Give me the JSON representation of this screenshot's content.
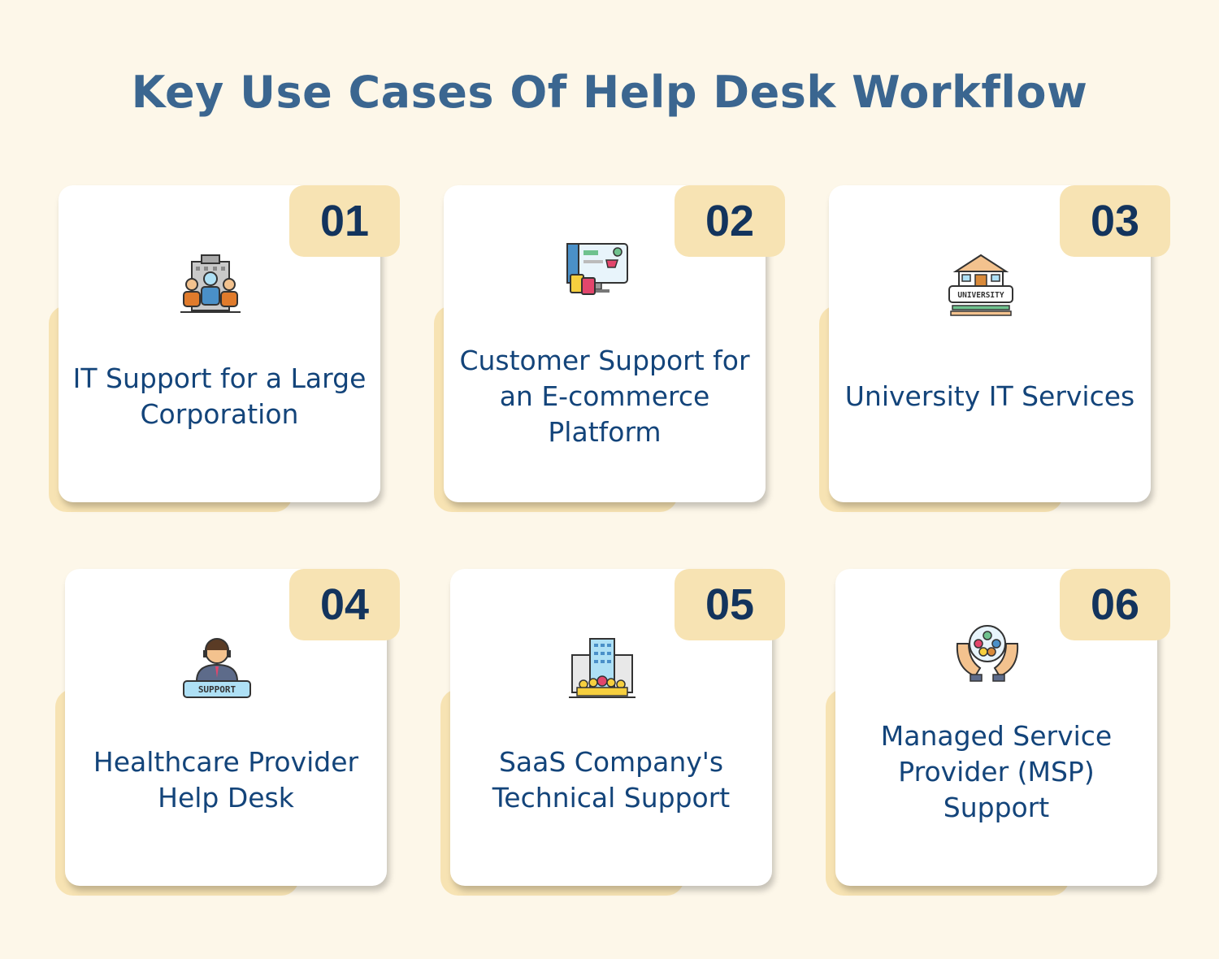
{
  "title": "Key Use Cases Of Help Desk Workflow",
  "cards": [
    {
      "number": "01",
      "label": "IT Support for a Large Corporation",
      "icon": "corporate-team-icon"
    },
    {
      "number": "02",
      "label": "Customer Support for an E-commerce Platform",
      "icon": "ecommerce-icon"
    },
    {
      "number": "03",
      "label": "University IT Services",
      "icon": "university-icon",
      "icon_text": "UNIVERSITY"
    },
    {
      "number": "04",
      "label": "Healthcare Provider Help Desk",
      "icon": "support-agent-icon",
      "icon_text": "SUPPORT"
    },
    {
      "number": "05",
      "label": "SaaS Company's Technical Support",
      "icon": "company-building-icon"
    },
    {
      "number": "06",
      "label": "Managed Service Provider (MSP) Support",
      "icon": "hands-community-icon"
    }
  ],
  "colors": {
    "background": "#fdf7e9",
    "title": "#3b6690",
    "badge": "#f7e3b3",
    "number": "#13345d",
    "label": "#13447a"
  }
}
